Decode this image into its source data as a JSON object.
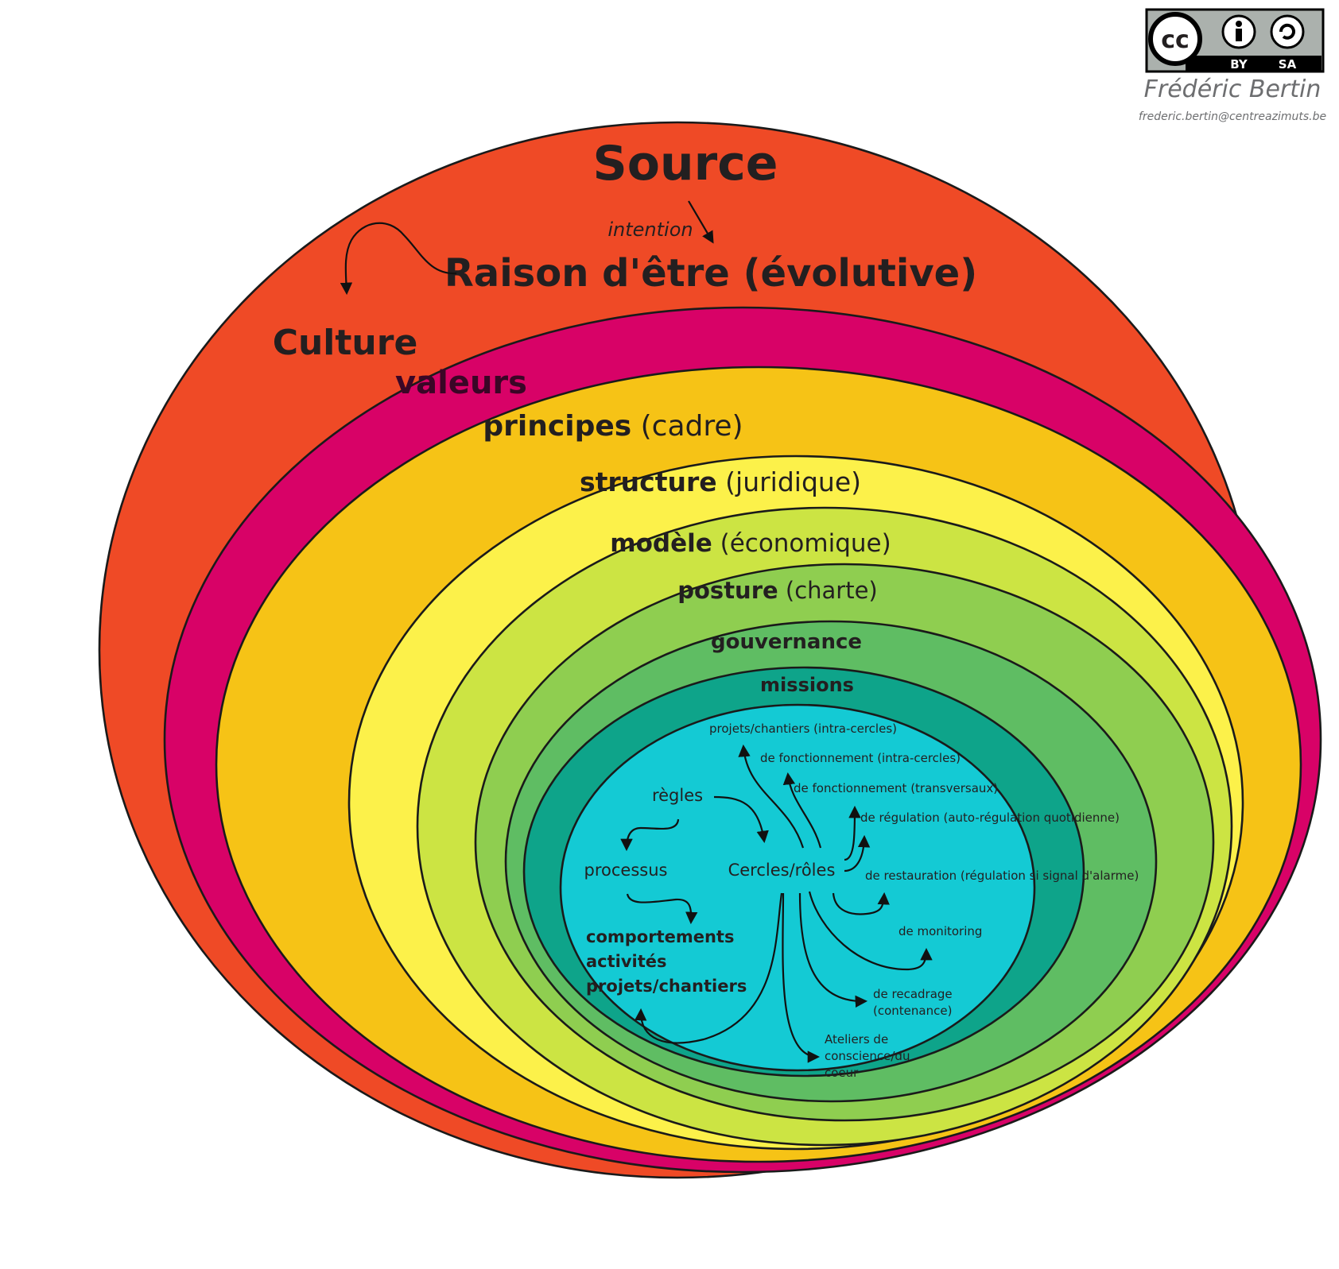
{
  "license": {
    "cc": "cc",
    "by": "BY",
    "sa": "SA",
    "author": "Frédéric Bertin",
    "email": "frederic.bertin@centreazimuts.be"
  },
  "layers": {
    "source": {
      "label": "Source",
      "color": "#ef4a26"
    },
    "intention": "intention",
    "raison": "Raison d'être (évolutive)",
    "culture": {
      "label": "Culture",
      "color": "#d80267"
    },
    "valeurs": "valeurs",
    "principes": {
      "label": "principes",
      "sub": " (cadre)",
      "color": "#f6c316"
    },
    "structure": {
      "label": "structure",
      "sub": " (juridique)",
      "color": "#fcf14a"
    },
    "modele": {
      "label": "modèle",
      "sub": " (économique)",
      "color": "#cce443"
    },
    "posture": {
      "label": "posture",
      "sub": " (charte)",
      "color": "#8fce50"
    },
    "gouvernance": {
      "label": "gouvernance",
      "color": "#5fbd63"
    },
    "missions": {
      "label": "missions",
      "color": "#0ea48a"
    },
    "core_color": "#14cad4"
  },
  "core": {
    "regles": "règles",
    "processus": "processus",
    "cercles": "Cercles/rôles",
    "comportements": [
      "comportements",
      "activités",
      "projets/chantiers"
    ],
    "r1": "projets/chantiers (intra-cercles)",
    "r2": "de fonctionnement (intra-cercles)",
    "r3": "de fonctionnement (transversaux)",
    "r4": "de régulation (auto-régulation quotidienne)",
    "r5": "de restauration (régulation si signal d'alarme)",
    "r6": "de monitoring",
    "r7": [
      "de recadrage",
      "(contenance)"
    ],
    "r8": [
      "Ateliers de",
      "conscience/du",
      "coeur"
    ]
  }
}
